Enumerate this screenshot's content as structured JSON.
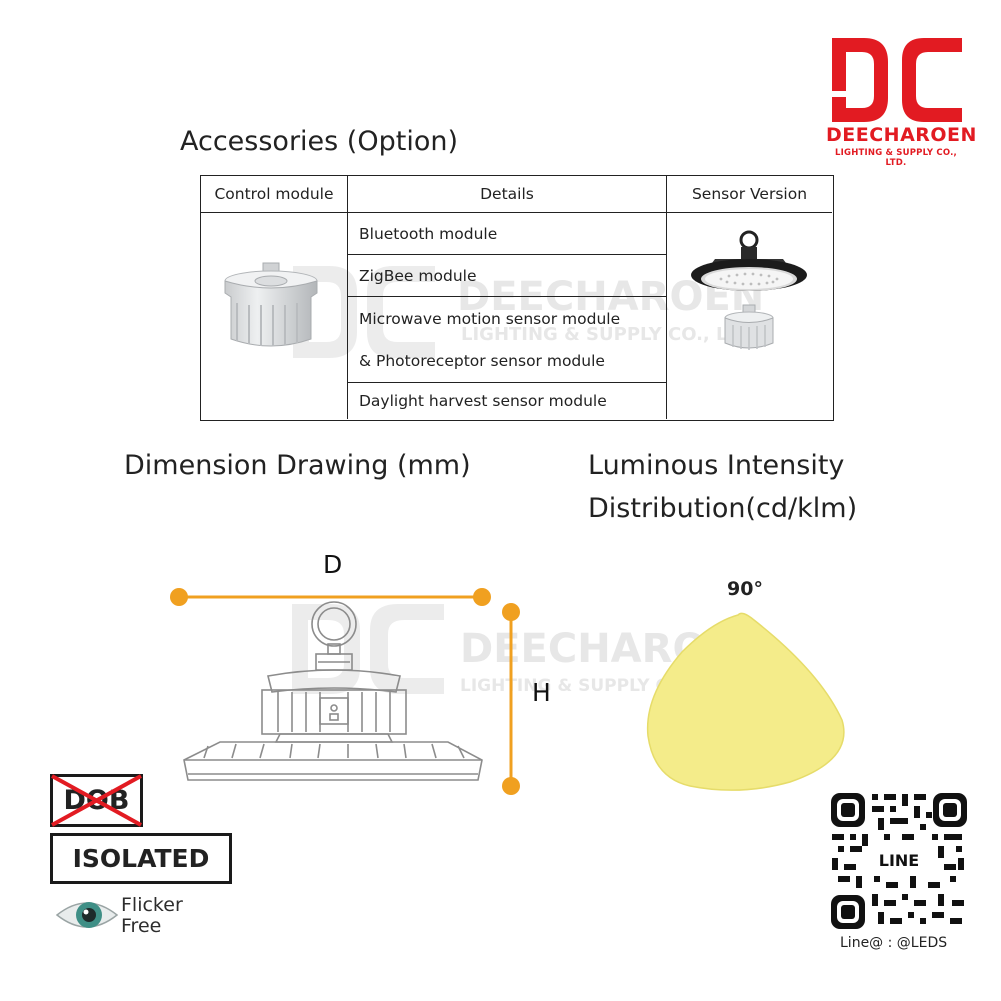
{
  "brand": {
    "logo_letters": "DC",
    "name": "DEECHAROEN",
    "subtitle": "LIGHTING & SUPPLY CO., LTD.",
    "color": "#e21b22"
  },
  "accessories": {
    "title": "Accessories (Option)",
    "headers": {
      "control": "Control module",
      "details": "Details",
      "sensor": "Sensor Version"
    },
    "details": [
      "Bluetooth module",
      "ZigBee module",
      "Microwave motion sensor module",
      "& Photoreceptor sensor module",
      "Daylight harvest sensor module"
    ]
  },
  "dimension": {
    "title": "Dimension Drawing (mm)",
    "d_label": "D",
    "h_label": "H",
    "accent": "#f0a020"
  },
  "luminous": {
    "title_line1": "Luminous Intensity",
    "title_line2": "Distribution(cd/klm)",
    "angle_label": "90°",
    "fill": "#f4ec8a"
  },
  "badges": {
    "dob": "DOB",
    "isolated": "ISOLATED",
    "flicker_line1": "Flicker",
    "flicker_line2": "Free"
  },
  "qr": {
    "center_label": "LINE",
    "caption": "Line@ : @LEDS"
  },
  "watermark": {
    "name": "DEECHAROEN",
    "subtitle": "LIGHTING & SUPPLY CO., LTD."
  }
}
